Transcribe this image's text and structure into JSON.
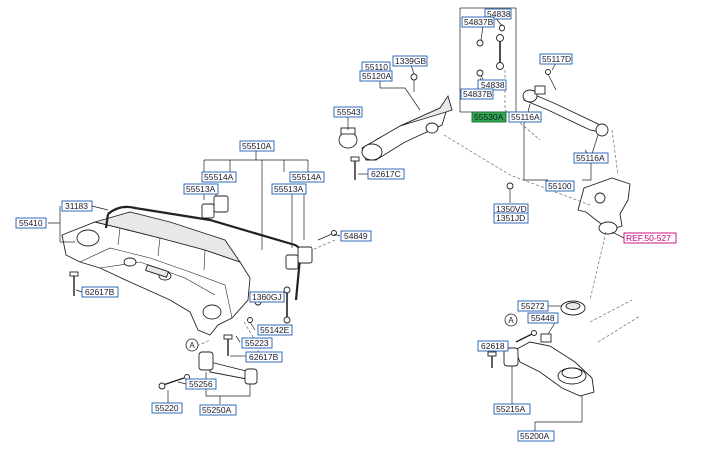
{
  "labels": [
    {
      "id": "l54838a",
      "text": "54838"
    },
    {
      "id": "l54837Ba",
      "text": "54837B"
    },
    {
      "id": "l54838b",
      "text": "54838"
    },
    {
      "id": "l54837Bb",
      "text": "54837B"
    },
    {
      "id": "l55530A",
      "text": "55530A"
    },
    {
      "id": "l1339GB",
      "text": "1339GB"
    },
    {
      "id": "l55110",
      "text": "55110"
    },
    {
      "id": "l55120A",
      "text": "55120A"
    },
    {
      "id": "l55543",
      "text": "55543"
    },
    {
      "id": "l62617C",
      "text": "62617C"
    },
    {
      "id": "l55117D",
      "text": "55117D"
    },
    {
      "id": "l55116Aa",
      "text": "55116A"
    },
    {
      "id": "l55116Ab",
      "text": "55116A"
    },
    {
      "id": "l55100",
      "text": "55100"
    },
    {
      "id": "l1350VD",
      "text": "1350VD"
    },
    {
      "id": "l1351JD",
      "text": "1351JD"
    },
    {
      "id": "lREF",
      "text": "REF.50-527"
    },
    {
      "id": "l55510A",
      "text": "55510A"
    },
    {
      "id": "l55514Aa",
      "text": "55514A"
    },
    {
      "id": "l55513Aa",
      "text": "55513A"
    },
    {
      "id": "l55514Ab",
      "text": "55514A"
    },
    {
      "id": "l55513Ab",
      "text": "55513A"
    },
    {
      "id": "l31183",
      "text": "31183"
    },
    {
      "id": "l55410",
      "text": "55410"
    },
    {
      "id": "l54849",
      "text": "54849"
    },
    {
      "id": "l62617B",
      "text": "62617B"
    },
    {
      "id": "l1360GJ",
      "text": "1360GJ"
    },
    {
      "id": "l55142E",
      "text": "55142E"
    },
    {
      "id": "l55223",
      "text": "55223"
    },
    {
      "id": "l62617Bb",
      "text": "62617B"
    },
    {
      "id": "l55256",
      "text": "55256"
    },
    {
      "id": "l55220",
      "text": "55220"
    },
    {
      "id": "l55250A",
      "text": "55250A"
    },
    {
      "id": "l55272",
      "text": "55272"
    },
    {
      "id": "l55448",
      "text": "55448"
    },
    {
      "id": "l62618",
      "text": "62618"
    },
    {
      "id": "l55215A",
      "text": "55215A"
    },
    {
      "id": "l55200A",
      "text": "55200A"
    }
  ],
  "circle_markers": [
    "A",
    "A"
  ],
  "colors": {
    "label_border": "#1a5fb4",
    "highlight_fill": "#2fa84f",
    "reference_color": "#c0007a"
  }
}
